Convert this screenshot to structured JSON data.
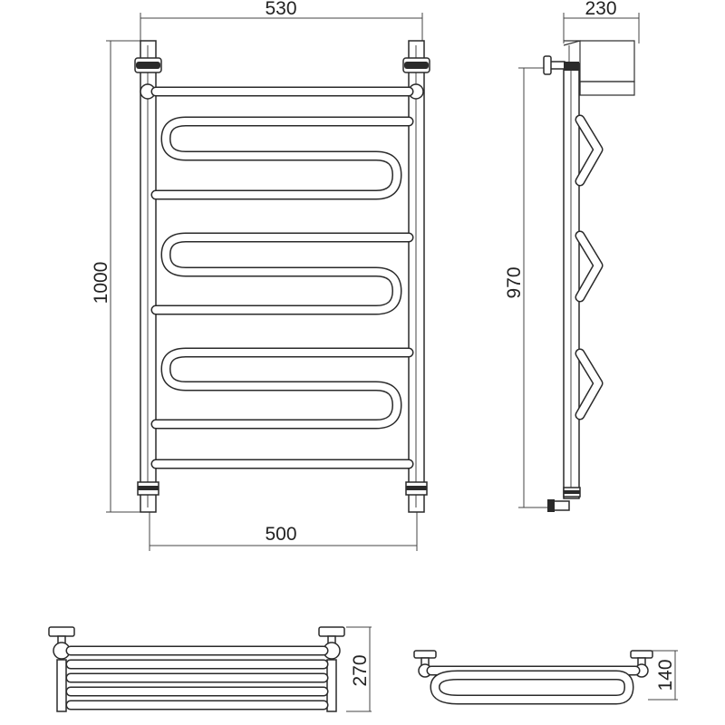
{
  "dimensions": {
    "front_width_top": "530",
    "front_width_bottom": "500",
    "front_height": "1000",
    "side_depth": "230",
    "side_height": "970",
    "top_view_depth": "270",
    "bottom_view_depth": "140"
  },
  "colors": {
    "line": "#2a2a2a",
    "background": "#ffffff"
  }
}
